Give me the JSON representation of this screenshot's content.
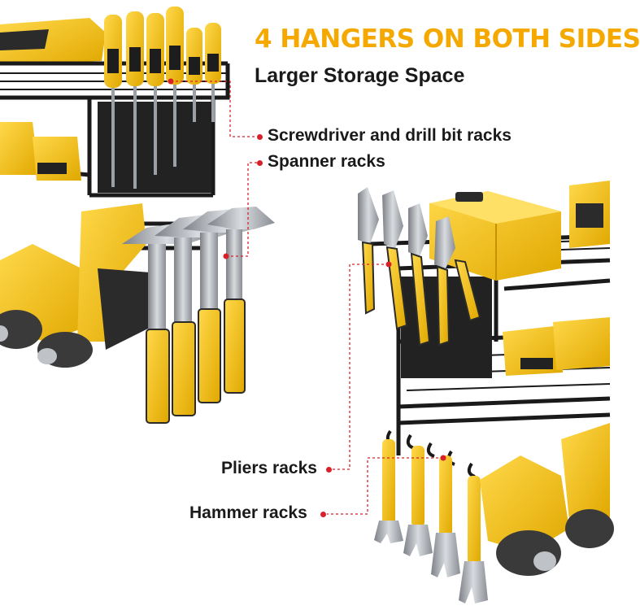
{
  "headline": "4 HANGERS ON BOTH SIDES",
  "subheadline": "Larger Storage Space",
  "callouts": [
    {
      "label": "Screwdriver and drill bit racks"
    },
    {
      "label": "Spanner racks"
    },
    {
      "label": "Pliers racks"
    },
    {
      "label": "Hammer racks"
    }
  ],
  "colors": {
    "accent": "#f5a800",
    "callout_line": "#d8202a",
    "rack": "#1a1a1a",
    "tool_yellow": "#f4c20d",
    "steel": "#a9adb3",
    "text": "#1a1a1a"
  }
}
